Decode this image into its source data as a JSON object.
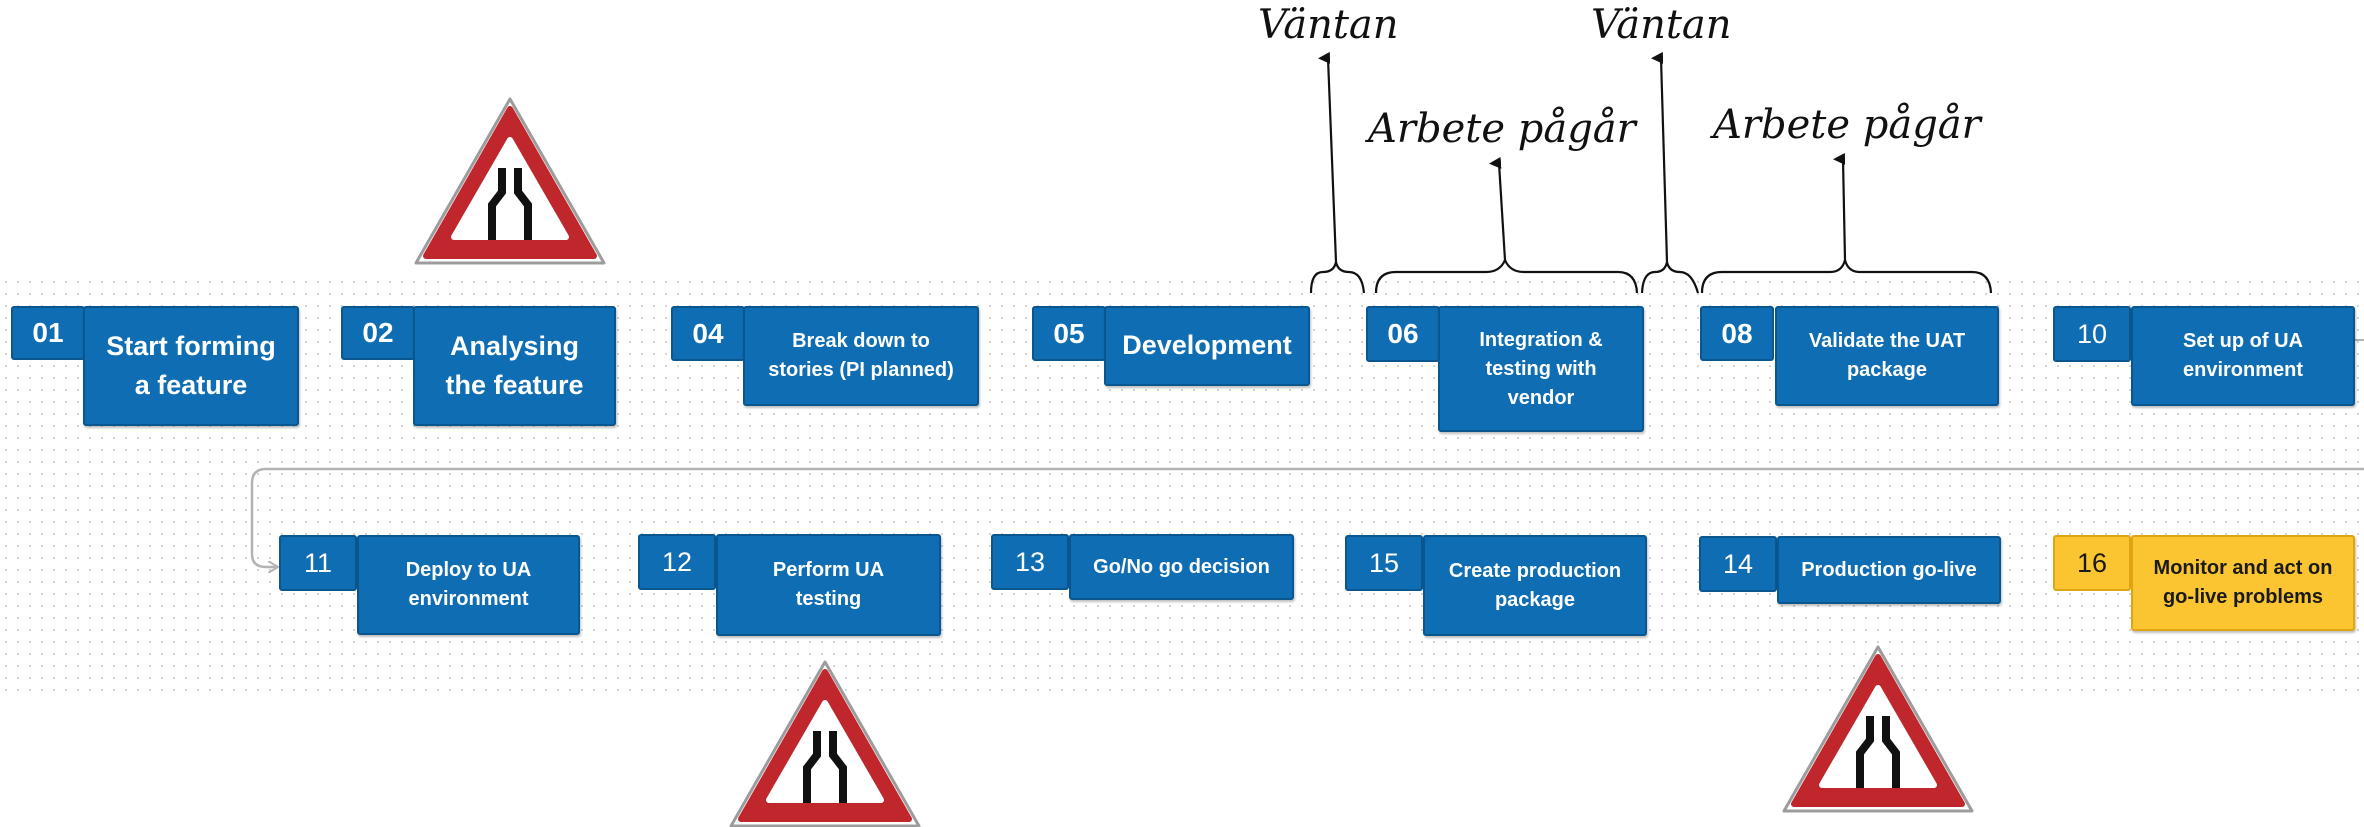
{
  "annotations": {
    "wait_1": "Väntan",
    "wait_2": "Väntan",
    "work_1": "Arbete pågår",
    "work_2": "Arbete pågår"
  },
  "steps": [
    {
      "num": "01",
      "label": "Start forming\na feature"
    },
    {
      "num": "02",
      "label": "Analysing\nthe feature"
    },
    {
      "num": "04",
      "label": "Break down to\nstories (PI planned)"
    },
    {
      "num": "05",
      "label": "Development"
    },
    {
      "num": "06",
      "label": "Integration &\ntesting with\nvendor"
    },
    {
      "num": "08",
      "label": "Validate the UAT\npackage"
    },
    {
      "num": "10",
      "label": "Set up of UA\nenvironment"
    },
    {
      "num": "11",
      "label": "Deploy to UA\nenvironment"
    },
    {
      "num": "12",
      "label": "Perform UA\ntesting"
    },
    {
      "num": "13",
      "label": "Go/No go decision"
    },
    {
      "num": "15",
      "label": "Create production\npackage"
    },
    {
      "num": "14",
      "label": "Production go-live"
    },
    {
      "num": "16",
      "label": "Monitor and act on\ngo-live problems"
    }
  ],
  "colors": {
    "step_blue": "#0e6db3",
    "step_yellow": "#fbc531",
    "warning_red": "#c0272d",
    "connector_grey": "#b3b3b3"
  },
  "icons": {
    "warning_sign": "road-narrows-warning-icon"
  }
}
